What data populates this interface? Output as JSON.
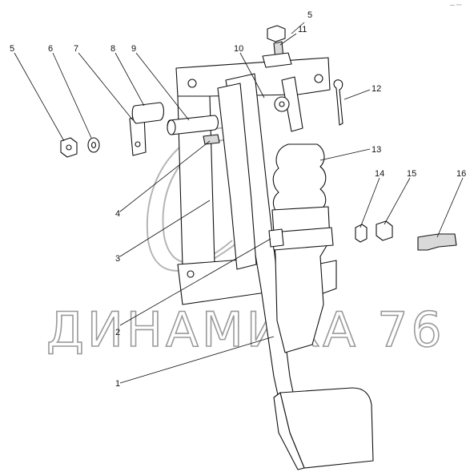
{
  "diagram": {
    "callouts": [
      "1",
      "2",
      "3",
      "4",
      "5",
      "5",
      "6",
      "7",
      "8",
      "9",
      "10",
      "11",
      "12",
      "13",
      "14",
      "15",
      "16"
    ],
    "watermark": "ДИНАМИКА 76",
    "corner_mark": "— ~~"
  },
  "colors": {
    "ink": "#111111",
    "watermark": "#9a9a9a",
    "shade": "#d9d9d9"
  }
}
